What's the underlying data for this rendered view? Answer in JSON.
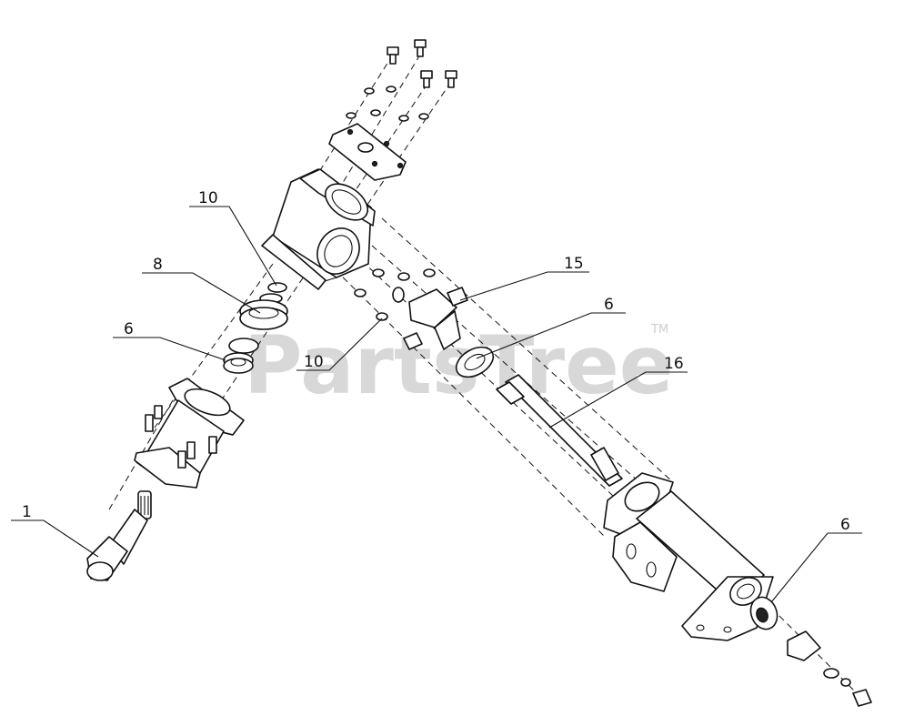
{
  "watermark": {
    "text": "PartsTree",
    "trademark": "TM"
  },
  "callouts": [
    {
      "id": "c1",
      "label": "1"
    },
    {
      "id": "c6a",
      "label": "6"
    },
    {
      "id": "c8",
      "label": "8"
    },
    {
      "id": "c10a",
      "label": "10"
    },
    {
      "id": "c10b",
      "label": "10"
    },
    {
      "id": "c15",
      "label": "15"
    },
    {
      "id": "c6b",
      "label": "6"
    },
    {
      "id": "c16",
      "label": "16"
    },
    {
      "id": "c6c",
      "label": "6"
    }
  ]
}
